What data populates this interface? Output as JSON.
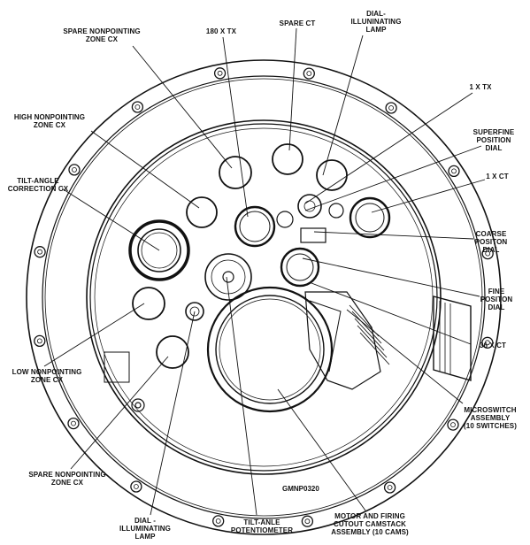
{
  "figure_code": "GMNP0320",
  "labels": {
    "spare_nonpointing_top": "SPARE NONPOINTING\nZONE CX",
    "tx_180": "180 X TX",
    "spare_ct": "SPARE CT",
    "dial_lamp_top": "DIAL-\nILLUNINATING\nLAMP",
    "tx_1": "1 X TX",
    "superfine": "SUPERFINE\nPOSITION\nDIAL",
    "high_nonpointing": "HIGH NONPOINTING\nZONE CX",
    "tilt_angle_correction": "TILT-ANGLE\nCORRECTION CX",
    "ct_1": "1 X CT",
    "coarse": "COARSE\nPOSITON\nDIAL",
    "fine": "FINE\nPOSITON\nDIAL",
    "ct_36": "36 X CT",
    "low_nonpointing": "LOW NONPOINTING\nZONE CX",
    "microswitch": "MICROSWITCH\nASSEMBLY\n(10 SWITCHES)",
    "spare_nonpointing_bottom": "SPARE NONPOINTING\nZONE CX",
    "dial_lamp_bottom": "DIAL -\nILLUMINATING\nLAMP",
    "tilt_pot": "TILT-ANLE\nPOTENTIOMETER",
    "motor": "MOTOR AND FIRING\nCUTOUT CAMSTACK\nASSEMBLY (10 CAMS)"
  }
}
